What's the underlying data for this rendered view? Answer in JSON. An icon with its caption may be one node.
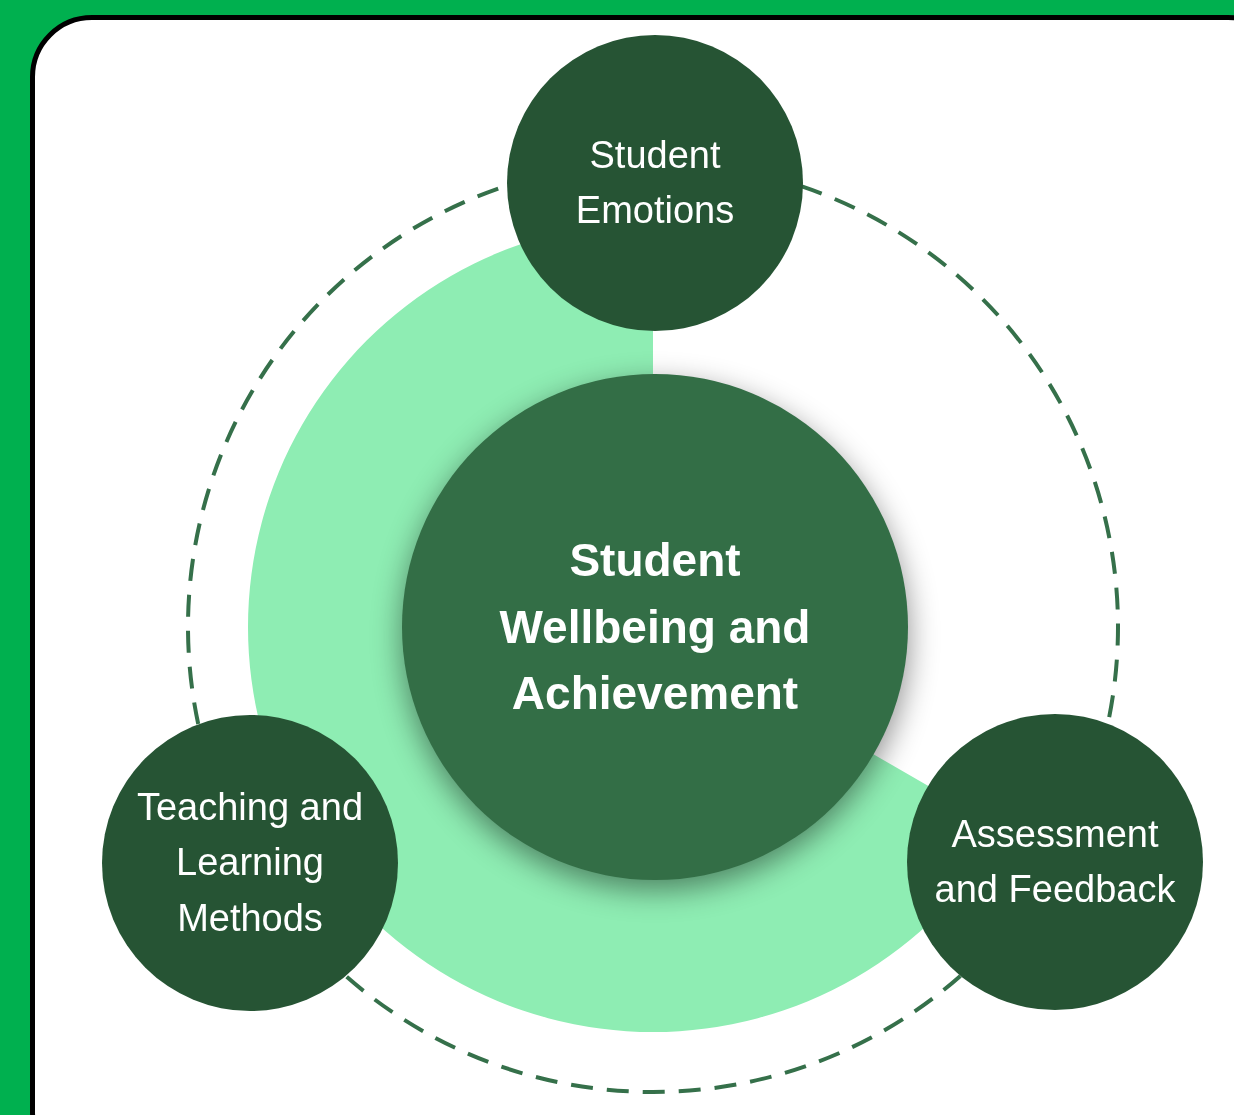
{
  "diagram": {
    "nodes": [
      {
        "text": [
          "Student Emotions"
        ]
      },
      {
        "text": [
          "Student Wellbeing and Achievement"
        ]
      },
      {
        "text": [
          "Teaching and Learning Methods"
        ]
      },
      {
        "text": [
          "Assessment and Feedback"
        ]
      }
    ],
    "edges": [
      {
        "from": 0,
        "to": 3,
        "arrow": "none",
        "style": "dashed"
      },
      {
        "from": 3,
        "to": 2,
        "arrow": "none",
        "style": "dashed"
      },
      {
        "from": 2,
        "to": 0,
        "arrow": "none",
        "style": "dashed"
      }
    ]
  }
}
